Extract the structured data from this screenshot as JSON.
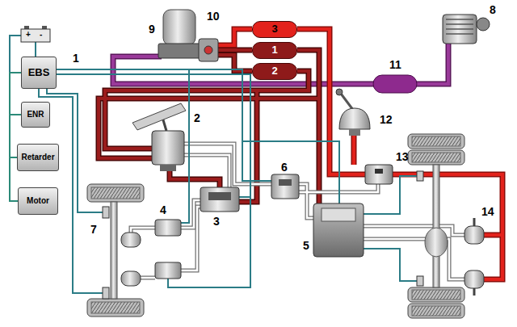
{
  "diagram": {
    "nodes": [
      {
        "text": [
          "EBS"
        ]
      },
      {
        "text": [
          "ENR"
        ]
      },
      {
        "text": [
          "Retarder"
        ]
      },
      {
        "text": [
          "Motor"
        ]
      },
      {
        "text": [
          "3"
        ]
      },
      {
        "text": [
          "1"
        ]
      },
      {
        "text": [
          "2"
        ]
      }
    ],
    "edges": [
      {
        "from": 0,
        "to": 1,
        "arrow": "none"
      },
      {
        "from": 0,
        "to": 2,
        "arrow": "none"
      },
      {
        "from": 0,
        "to": 3,
        "arrow": "none"
      }
    ],
    "labels": [
      "+",
      "-",
      "1",
      "9",
      "10",
      "11",
      "8",
      "2",
      "12",
      "6",
      "13",
      "7",
      "4",
      "3",
      "5",
      "14"
    ]
  }
}
